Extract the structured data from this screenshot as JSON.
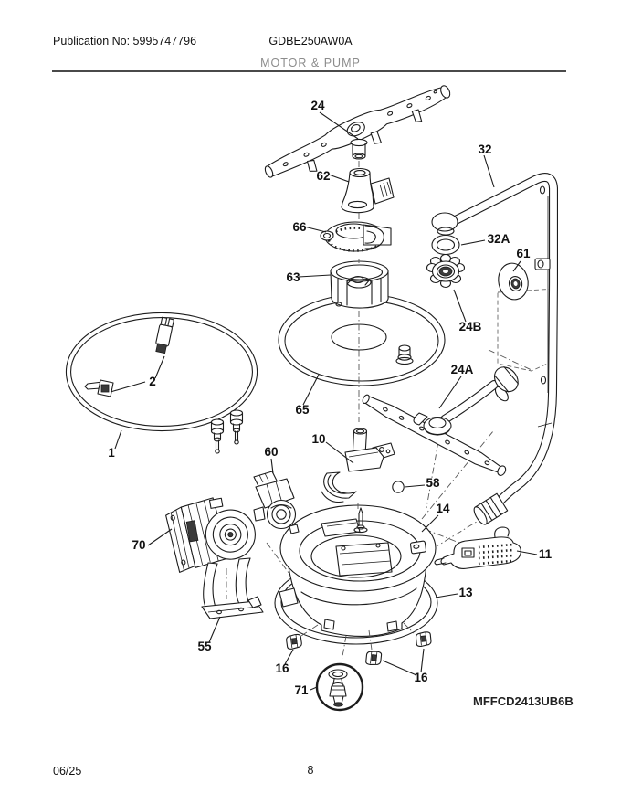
{
  "header": {
    "publication": "Publication No: 5995747796",
    "model": "GDBE250AW0A",
    "section": "MOTOR & PUMP"
  },
  "footer": {
    "date": "06/25",
    "page": "8"
  },
  "diagram": {
    "code": "MFFCD2413UB6B",
    "labels": [
      "24",
      "62",
      "66",
      "63",
      "65",
      "32",
      "32A",
      "61",
      "24B",
      "24A",
      "2",
      "1",
      "10",
      "60",
      "58",
      "14",
      "70",
      "11",
      "13",
      "55",
      "16",
      "71",
      "16"
    ]
  }
}
